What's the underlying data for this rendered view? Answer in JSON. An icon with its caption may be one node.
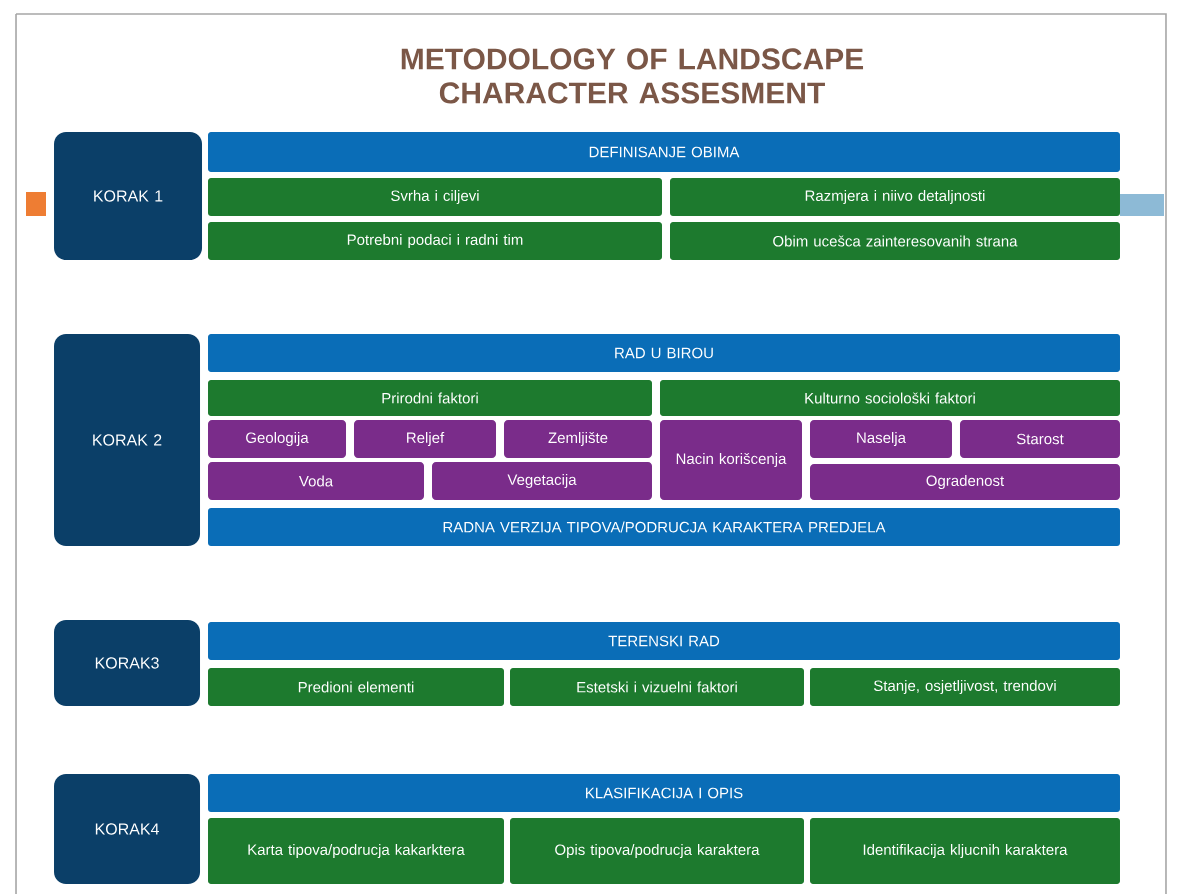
{
  "diagram": {
    "title": "METODOLOGY OF LANDSCAPE CHARACTER ASSESMENT",
    "nodes": [
      {
        "text": [
          "KORAK 1"
        ]
      },
      {
        "text": [
          "DEFINISANJE OBIMA"
        ]
      },
      {
        "text": [
          "Svrha i ciljevi"
        ]
      },
      {
        "text": [
          "Razmjera i niivo detaljnosti"
        ]
      },
      {
        "text": [
          "Potrebni podaci i radni tim"
        ]
      },
      {
        "text": [
          "Obim ucešca zainteresovanih strana"
        ]
      },
      {
        "text": [
          "KORAK 2"
        ]
      },
      {
        "text": [
          "RAD U BIROU"
        ]
      },
      {
        "text": [
          "Prirodni faktori"
        ]
      },
      {
        "text": [
          "Kulturno sociološki faktori"
        ]
      },
      {
        "text": [
          "Geologija"
        ]
      },
      {
        "text": [
          "Reljef"
        ]
      },
      {
        "text": [
          "Zemljište"
        ]
      },
      {
        "text": [
          "Nacin korišcenja"
        ]
      },
      {
        "text": [
          "Naselja"
        ]
      },
      {
        "text": [
          "Starost"
        ]
      },
      {
        "text": [
          "Voda"
        ]
      },
      {
        "text": [
          "Vegetacija"
        ]
      },
      {
        "text": [
          "Ogradenost"
        ]
      },
      {
        "text": [
          "RADNA VERZIJA TIPOVA/PODRUCJA KARAKTERA PREDJELA"
        ]
      },
      {
        "text": [
          "KORAK3"
        ]
      },
      {
        "text": [
          "TERENSKI RAD"
        ]
      },
      {
        "text": [
          "Predioni elementi"
        ]
      },
      {
        "text": [
          "Estetski i vizuelni faktori"
        ]
      },
      {
        "text": [
          "Stanje, osjetljivost, trendovi"
        ]
      },
      {
        "text": [
          "KORAK4"
        ]
      },
      {
        "text": [
          "KLASIFIKACIJA I OPIS"
        ]
      },
      {
        "text": [
          "Karta tipova/podrucja kakarktera"
        ]
      },
      {
        "text": [
          "Opis tipova/podrucja karaktera"
        ]
      },
      {
        "text": [
          "Identifikacija kljucnih karaktera"
        ]
      }
    ]
  }
}
